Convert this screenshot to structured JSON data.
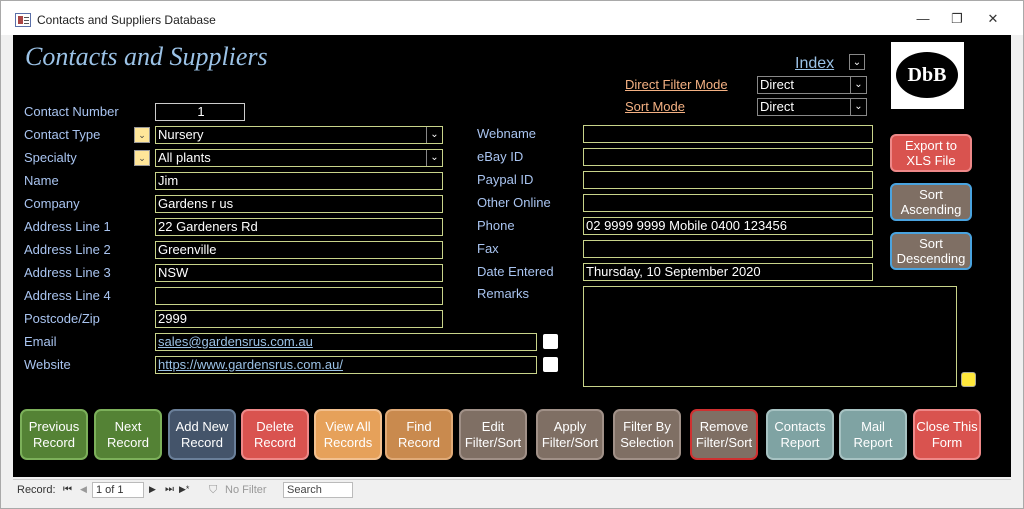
{
  "window": {
    "title": "Contacts and Suppliers Database",
    "minimize": "—",
    "restore": "❐",
    "close": "✕"
  },
  "form": {
    "heading": "Contacts and Suppliers",
    "index_label": "Index",
    "direct_filter_mode": {
      "label": "Direct Filter Mode",
      "value": "Direct"
    },
    "sort_mode": {
      "label": "Sort Mode",
      "value": "Direct"
    },
    "logo_text": "DbB"
  },
  "left_fields": [
    {
      "label": "Contact Number",
      "value": "1"
    },
    {
      "label": "Contact Type",
      "value": "Nursery"
    },
    {
      "label": "Specialty",
      "value": "All plants"
    },
    {
      "label": "Name",
      "value": "Jim"
    },
    {
      "label": "Company",
      "value": "Gardens r us"
    },
    {
      "label": "Address Line 1",
      "value": "22 Gardeners Rd"
    },
    {
      "label": "Address Line 2",
      "value": "Greenville"
    },
    {
      "label": "Address Line 3",
      "value": "NSW"
    },
    {
      "label": "Address Line 4",
      "value": ""
    },
    {
      "label": "Postcode/Zip",
      "value": "2999"
    },
    {
      "label": "Email",
      "value": "sales@gardensrus.com.au"
    },
    {
      "label": "Website",
      "value": "https://www.gardensrus.com.au/"
    }
  ],
  "right_fields": [
    {
      "label": "Webname",
      "value": ""
    },
    {
      "label": "eBay ID",
      "value": ""
    },
    {
      "label": "Paypal ID",
      "value": ""
    },
    {
      "label": "Other Online",
      "value": ""
    },
    {
      "label": "Phone",
      "value": "02 9999 9999 Mobile 0400 123456"
    },
    {
      "label": "Fax",
      "value": ""
    },
    {
      "label": "Date Entered",
      "value": "Thursday, 10 September 2020"
    },
    {
      "label": "Remarks",
      "value": ""
    }
  ],
  "side_buttons": [
    {
      "label": "Export to XLS File"
    },
    {
      "label": "Sort Ascending"
    },
    {
      "label": "Sort Descending"
    }
  ],
  "bottom_buttons": [
    {
      "label": "Previous Record",
      "color": "#548235"
    },
    {
      "label": "Next Record",
      "color": "#548235"
    },
    {
      "label": "Add New Record",
      "color": "#44546a"
    },
    {
      "label": "Delete Record",
      "color": "#d9534f"
    },
    {
      "label": "View All Records",
      "color": "#e6a15a"
    },
    {
      "label": "Find Record",
      "color": "#c98a4e"
    },
    {
      "label": "Edit Filter/Sort",
      "color": "#7f6f64"
    },
    {
      "label": "Apply Filter/Sort",
      "color": "#7f6f64"
    },
    {
      "label": "Filter By Selection",
      "color": "#7f6f64"
    },
    {
      "label": "Remove Filter/Sort",
      "color": "#7f6f64"
    },
    {
      "label": "Contacts Report",
      "color": "#7fa3a3"
    },
    {
      "label": "Mail Report",
      "color": "#7fa3a3"
    },
    {
      "label": "Close This Form",
      "color": "#d9534f"
    }
  ],
  "navbar": {
    "record_label": "Record:",
    "first": "⏮",
    "prev": "◀",
    "position": "1 of 1",
    "next": "▶",
    "last": "⏭",
    "new": "▶*",
    "filter_status": "No Filter",
    "search_placeholder": "Search"
  }
}
